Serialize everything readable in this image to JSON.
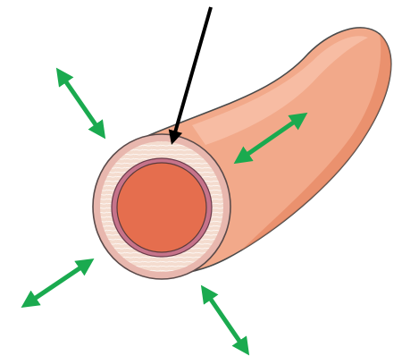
{
  "diagram": {
    "subject": "blood-vessel-cross-section",
    "colors": {
      "vessel_body": "#F2A98A",
      "vessel_highlight": "#F8C3AB",
      "vessel_shadow": "#E37D57",
      "vessel_outline": "#4A4A4A",
      "outer_wall": "#E8B7AE",
      "fibrous_layer": "#F4DCCF",
      "inner_wall": "#C6738A",
      "lumen": "#E56E4E",
      "pointer_arrow": "#000000",
      "stretch_arrows": "#1AAA4F"
    },
    "arrows": [
      {
        "id": "pointer",
        "kind": "single-headed",
        "icon": "black-pointer-arrow"
      },
      {
        "id": "stretch-upper-left",
        "kind": "double-headed",
        "icon": "green-double-arrow"
      },
      {
        "id": "stretch-along-vessel",
        "kind": "double-headed",
        "icon": "green-double-arrow"
      },
      {
        "id": "stretch-lower-left",
        "kind": "double-headed",
        "icon": "green-double-arrow"
      },
      {
        "id": "stretch-bottom",
        "kind": "double-headed",
        "icon": "green-double-arrow"
      }
    ]
  }
}
